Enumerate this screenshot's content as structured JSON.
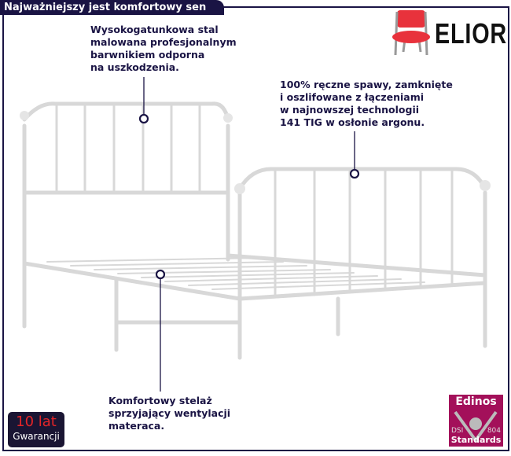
{
  "header": {
    "title": "Najważniejszy jest komfortowy sen"
  },
  "brand": {
    "name": "ELIOR",
    "icon": "chair-icon"
  },
  "notes": {
    "steel": "Wysokogatunkowa stal\nmalowana profesjonalnym\nbarwnikiem odporna\nna uszkodzenia.",
    "welds": "100% ręczne spawy, zamknięte\ni oszlifowane z łączeniami\nw najnowszej technologii\n141 TIG w osłonie argonu.",
    "slats": "Komfortowy stelaż\nsprzyjający wentylacji\nmateraca."
  },
  "warranty": {
    "years": "10 lat",
    "label": "Gwarancji"
  },
  "certificate": {
    "name": "Edinos",
    "left": "DSI",
    "right": "804",
    "label": "Standards"
  }
}
